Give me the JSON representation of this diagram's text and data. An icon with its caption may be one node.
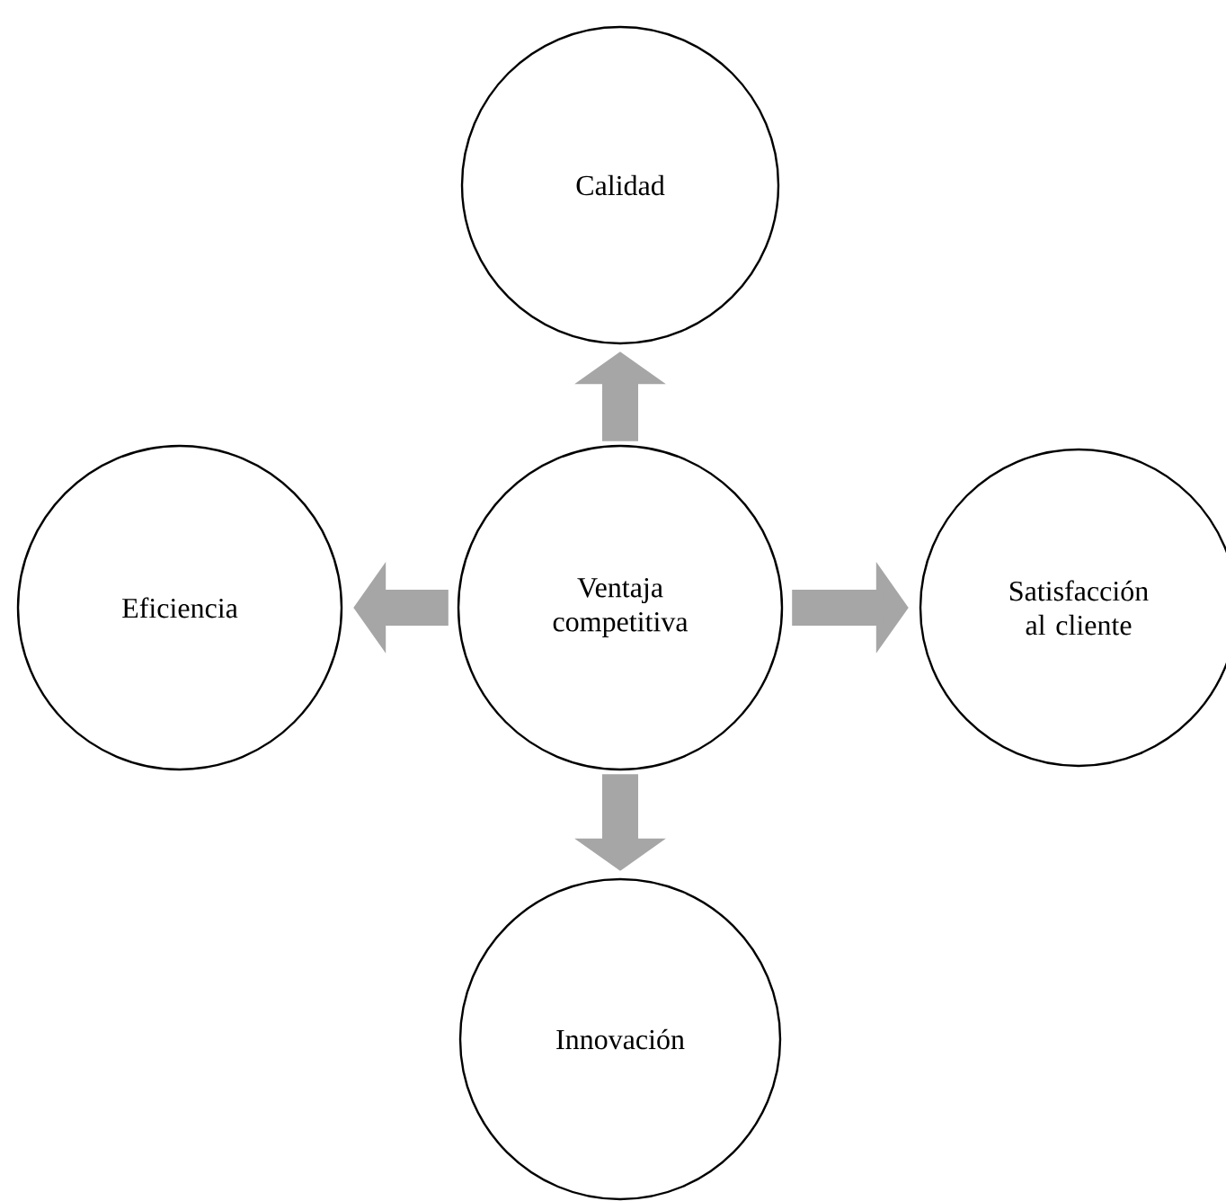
{
  "diagram": {
    "nodes": [
      {
        "text": [
          "Ventaja competitiva"
        ]
      },
      {
        "text": [
          "Calidad"
        ]
      },
      {
        "text": [
          "Eficiencia"
        ]
      },
      {
        "text": [
          "Satisfacción al cliente"
        ]
      },
      {
        "text": [
          "Innovación"
        ]
      }
    ],
    "edges": [
      {
        "from": 0,
        "to": 1,
        "arrow": "to"
      },
      {
        "from": 0,
        "to": 2,
        "arrow": "to"
      },
      {
        "from": 0,
        "to": 3,
        "arrow": "to"
      },
      {
        "from": 0,
        "to": 4,
        "arrow": "to"
      }
    ]
  }
}
